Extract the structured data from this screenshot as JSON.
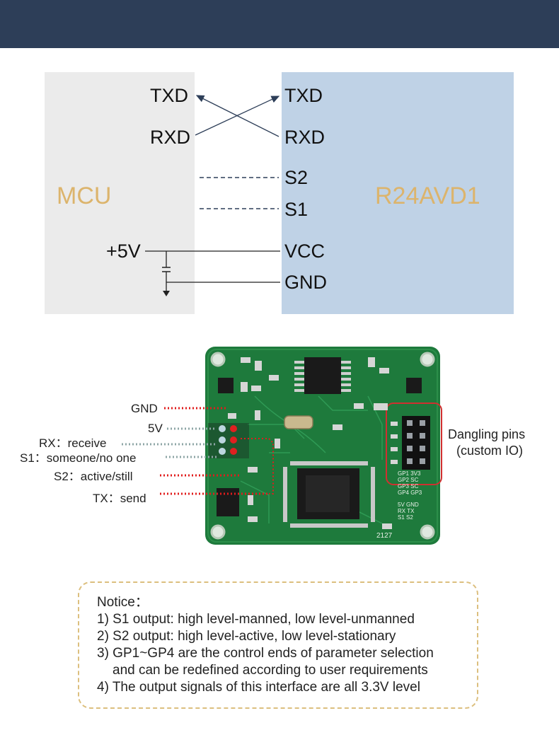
{
  "wiring": {
    "mcu_label": "MCU",
    "module_label": "R24AVD1",
    "mcu_pins": {
      "txd": "TXD",
      "rxd": "RXD",
      "power": "+5V"
    },
    "module_pins": {
      "txd": "TXD",
      "rxd": "RXD",
      "s2": "S2",
      "s1": "S1",
      "vcc": "VCC",
      "gnd": "GND"
    },
    "colors": {
      "mcu_box": "#ebebeb",
      "module_box": "#bfd2e6",
      "box_label": "#dcb46c",
      "line": "#2d3e58"
    }
  },
  "board": {
    "pin_labels": {
      "gnd": "GND",
      "v5": "5V",
      "rx": "RX：receive",
      "s1": "S1：someone/no one",
      "s2": "S2：active/still",
      "tx": "TX：send"
    },
    "dangling": {
      "line1": "Dangling pins",
      "line2": "(custom IO)"
    },
    "silkscreen": {
      "gp_rows": [
        "GP1 3V3",
        "GP2 SC",
        "GP3 SC",
        "GP4 GP3"
      ],
      "bottom_rows": [
        "5V GND",
        "RX TX",
        "S1 S2"
      ],
      "code": "2127"
    },
    "colors": {
      "pcb": "#1e7a3c",
      "red_leader": "#e01c1c",
      "gray_leader": "#8ea6a6",
      "callout": "#d03030"
    }
  },
  "notice": {
    "title": "Notice：",
    "items": [
      "1) S1 output: high level-manned, low level-unmanned",
      "2) S2 output: high level-active, low level-stationary",
      "3) GP1~GP4 are the control ends of parameter selection",
      "and can be redefined according to user requirements",
      "4) The output signals of this interface are all 3.3V level"
    ],
    "border_color": "#dcbf7e"
  }
}
